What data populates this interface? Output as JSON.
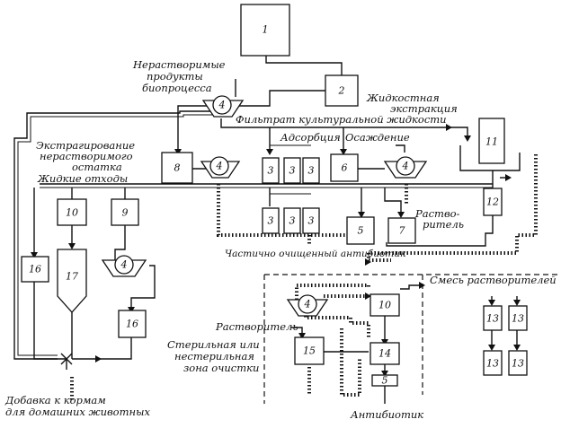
{
  "labels": {
    "insoluble_products": [
      "Нерастворимые",
      "продукты",
      "биопроцесса"
    ],
    "liquid_extraction": [
      "Жидкостная",
      "экстракция"
    ],
    "broth_filtrate": "Фильтрат культуральной жидкости",
    "extraction_residue": [
      "Экстрагирование",
      "нерастворимого",
      "остатка"
    ],
    "liquid_waste": "Жидкие отходы",
    "adsorption": "Адсорбция",
    "precipitation": "Осаждение",
    "solvent_right": [
      "Раство-",
      "ритель"
    ],
    "partially_purified": "Частично очищенный антибиотик",
    "solvent_mix": "Смесь растворителей",
    "solvent": "Растворитель",
    "purification_zone": [
      "Стерильная или",
      "нестерильная",
      "зона очистки"
    ],
    "feed_additive": [
      "Добавка к кормам",
      "для домашних животных"
    ],
    "antibiotic": "Антибиотик"
  },
  "blocks": {
    "b1": "1",
    "b2": "2",
    "b3a": "3",
    "b3b": "3",
    "b3c": "3",
    "b3d": "3",
    "b3e": "3",
    "b3f": "3",
    "b5a": "5",
    "b5b": "5",
    "b6": "6",
    "b7": "7",
    "b8": "8",
    "b9": "9",
    "b10a": "10",
    "b10b": "10",
    "b11": "11",
    "b12": "12",
    "b13a": "13",
    "b13b": "13",
    "b13c": "13",
    "b13d": "13",
    "b14": "14",
    "b15": "15",
    "b16a": "16",
    "b16b": "16",
    "b17": "17",
    "f4a": "4",
    "f4b": "4",
    "f4c": "4",
    "f4d": "4",
    "f4e": "4"
  }
}
